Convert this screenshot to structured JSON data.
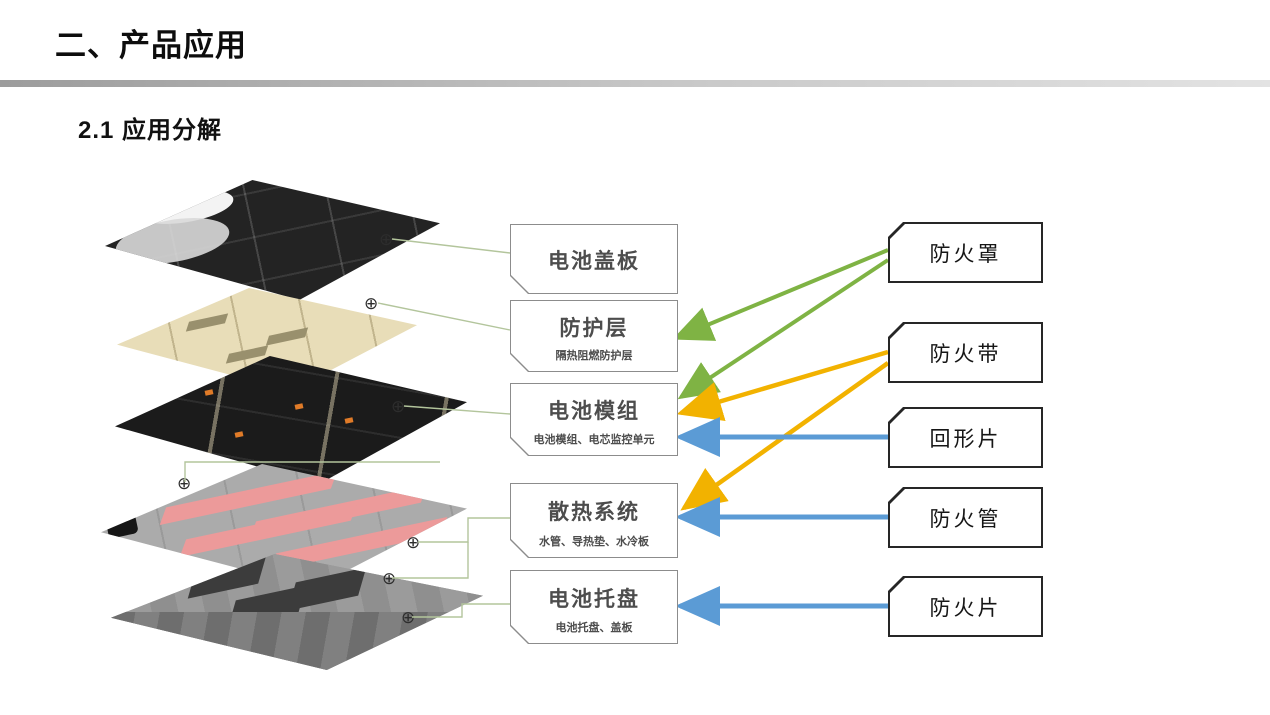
{
  "slide": {
    "title": "二、产品应用",
    "subtitle": "2.1 应用分解"
  },
  "component_labels": [
    {
      "title": "电池盖板",
      "subtitle": ""
    },
    {
      "title": "防护层",
      "subtitle": "隔热阻燃防护层"
    },
    {
      "title": "电池模组",
      "subtitle": "电池模组、电芯监控单元"
    },
    {
      "title": "散热系统",
      "subtitle": "水管、导热垫、水冷板"
    },
    {
      "title": "电池托盘",
      "subtitle": "电池托盘、盖板"
    }
  ],
  "product_labels": [
    {
      "title": "防火罩"
    },
    {
      "title": "防火带"
    },
    {
      "title": "回形片"
    },
    {
      "title": "防火管"
    },
    {
      "title": "防火片"
    }
  ],
  "markers": {
    "plus": "⊕"
  },
  "colors": {
    "arrow_green": "#7fb344",
    "arrow_yellow": "#f2b200",
    "arrow_blue": "#5b9bd5",
    "connector": "#b3c59c"
  }
}
